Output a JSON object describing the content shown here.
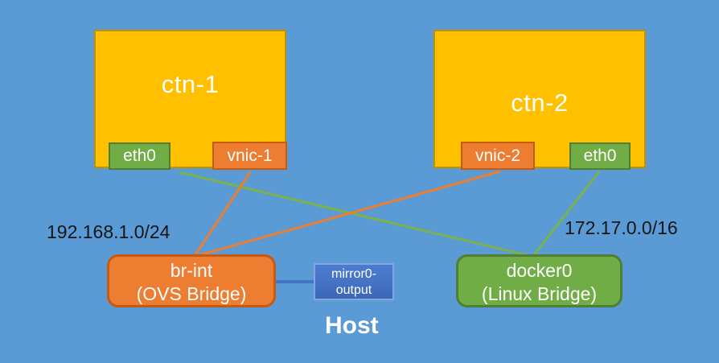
{
  "containers": [
    {
      "label": "ctn-1",
      "interfaces": [
        {
          "label": "eth0",
          "kind": "linux-bridge-port"
        },
        {
          "label": "vnic-1",
          "kind": "ovs-port"
        }
      ]
    },
    {
      "label": "ctn-2",
      "interfaces": [
        {
          "label": "vnic-2",
          "kind": "ovs-port"
        },
        {
          "label": "eth0",
          "kind": "linux-bridge-port"
        }
      ]
    }
  ],
  "bridges": [
    {
      "name": "br-int",
      "type": "(OVS Bridge)",
      "network": "192.168.1.0/24"
    },
    {
      "name": "docker0",
      "type": "(Linux Bridge)",
      "network": "172.17.0.0/16"
    }
  ],
  "mirror_port": {
    "label_line1": "mirror0-",
    "label_line2": "output"
  },
  "host_label": "Host",
  "colors": {
    "background": "#5B9BD5",
    "container_fill": "#FFC000",
    "container_border": "#BF9000",
    "green_fill": "#70AD47",
    "green_border": "#507E32",
    "orange_fill": "#ED7D31",
    "orange_border": "#C55A11",
    "mirror_blue": "#4472C4",
    "link_green": "#7BB24B",
    "link_orange": "#ED7D31",
    "text_white": "#FFFFFF",
    "text_black": "#151515"
  }
}
